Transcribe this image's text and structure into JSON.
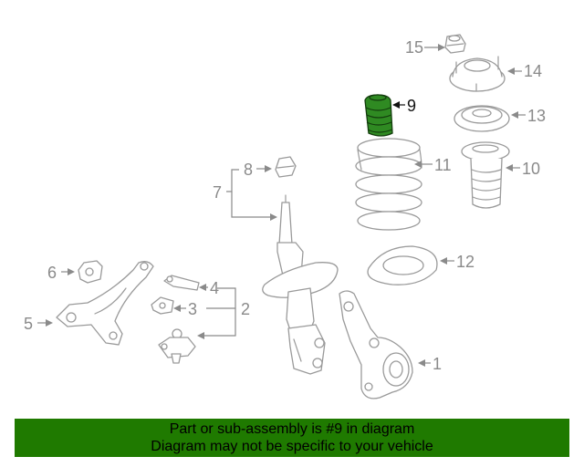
{
  "callouts": {
    "n1": "1",
    "n2": "2",
    "n3": "3",
    "n4": "4",
    "n5": "5",
    "n6": "6",
    "n7": "7",
    "n8": "8",
    "n9": "9",
    "n10": "10",
    "n11": "11",
    "n12": "12",
    "n13": "13",
    "n14": "14",
    "n15": "15"
  },
  "highlighted_part": "9",
  "colors": {
    "highlight_part": "#2f8a22",
    "banner_bg": "#1f7a00",
    "line_art": "#9a9a9a",
    "label": "#8a8a8a"
  },
  "banner": {
    "line1": "Part or sub-assembly is #9 in diagram",
    "line2": "Diagram may not be specific to your vehicle"
  }
}
